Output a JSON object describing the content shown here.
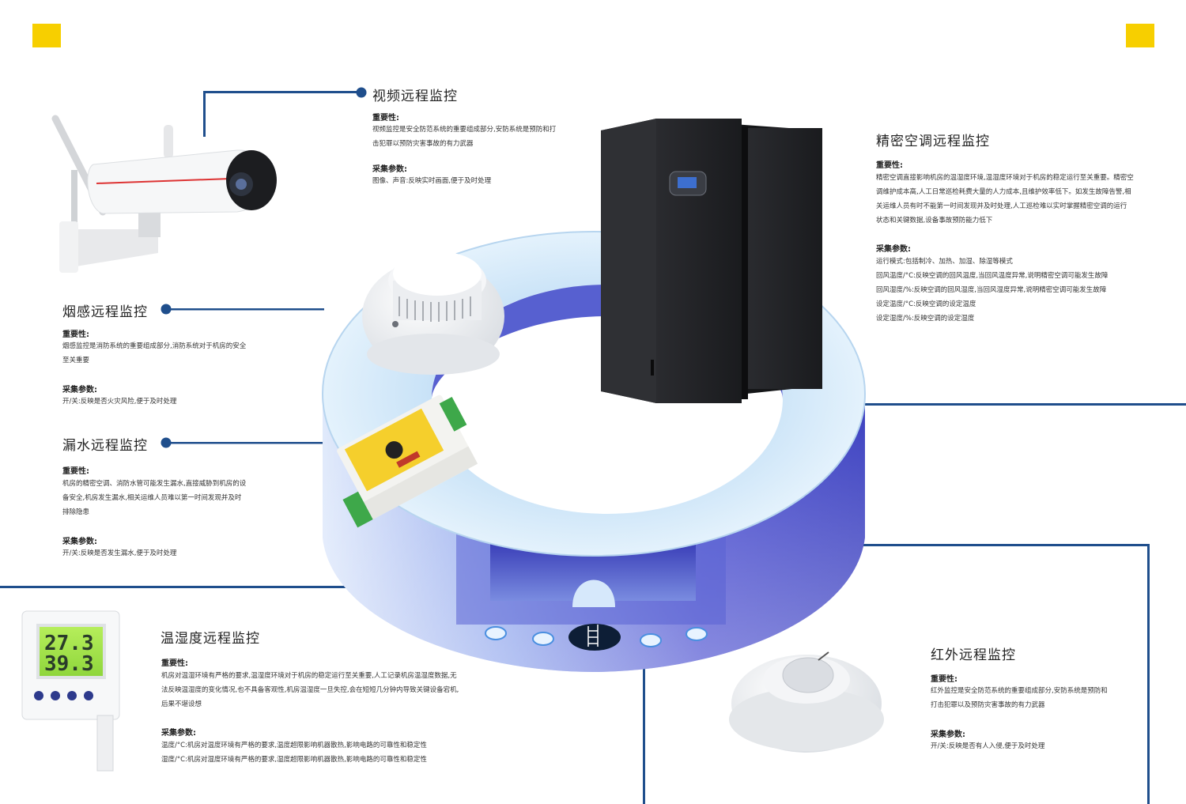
{
  "video": {
    "title": "视频远程监控",
    "importance_label": "重要性:",
    "importance_lines": [
      "视频监控是安全防范系统的重要组成部分,安防系统是预防和打",
      "击犯罪以预防灾害事故的有力武器"
    ],
    "params_label": "采集参数:",
    "params_lines": [
      "图像、声音:反映实时画面,便于及时处理"
    ]
  },
  "ac": {
    "title": "精密空调远程监控",
    "importance_label": "重要性:",
    "importance_lines": [
      "精密空调直接影响机房的温湿度环境,温湿度环境对于机房的稳定运行至关重要。精密空",
      "调维护成本高,人工日常巡检耗费大量的人力成本,且维护效率低下。如发生故障告警,相",
      "关运维人员有时不能第一时间发现并及时处理,人工巡检难以实时掌握精密空调的运行",
      "状态和关键数据,设备事故预防能力低下"
    ],
    "params_label": "采集参数:",
    "params_lines": [
      "运行模式:包括制冷、加热、加湿、除湿等模式",
      "回风温度/°C:反映空调的回风温度,当回风温度异常,说明精密空调可能发生故障",
      "回风湿度/%:反映空调的回风湿度,当回风湿度异常,说明精密空调可能发生故障",
      "设定温度/°C:反映空调的设定温度",
      "设定湿度/%:反映空调的设定湿度"
    ]
  },
  "smoke": {
    "title": "烟感远程监控",
    "importance_label": "重要性:",
    "importance_lines": [
      "烟感监控是消防系统的重要组成部分,消防系统对于机房的安全",
      "至关重要"
    ],
    "params_label": "采集参数:",
    "params_lines": [
      "开/关:反映是否火灾风险,便于及时处理"
    ]
  },
  "water": {
    "title": "漏水远程监控",
    "importance_label": "重要性:",
    "importance_lines": [
      "机房的精密空调、消防水管可能发生漏水,直接威胁到机房的设",
      "备安全,机房发生漏水,相关运维人员难以第一时间发现并及时",
      "排除隐患"
    ],
    "params_label": "采集参数:",
    "params_lines": [
      "开/关:反映是否发生漏水,便于及时处理"
    ]
  },
  "th": {
    "title": "温湿度远程监控",
    "importance_label": "重要性:",
    "importance_lines": [
      "机房对温湿环境有严格的要求,温湿度环境对于机房的稳定运行至关重要,人工记录机房温湿度数据,无",
      "法反映温湿度的变化情况,也不具备客观性,机房温湿度一旦失控,会在短短几分钟内导致关键设备宕机,",
      "后果不堪设想"
    ],
    "params_label": "采集参数:",
    "params_lines": [
      "温度/°C:机房对温度环境有严格的要求,温度超限影响机器散热,影响电路的可靠性和稳定性",
      "湿度/°C:机房对湿度环境有严格的要求,湿度超限影响机器散热,影响电路的可靠性和稳定性"
    ],
    "display_temp": "27.3",
    "display_hum": "39.3"
  },
  "ir": {
    "title": "红外远程监控",
    "importance_label": "重要性:",
    "importance_lines": [
      "红外监控是安全防范系统的重要组成部分,安防系统是预防和",
      "打击犯罪以及预防灾害事故的有力武器"
    ],
    "params_label": "采集参数:",
    "params_lines": [
      "开/关:反映是否有人入侵,便于及时处理"
    ]
  },
  "colors": {
    "accent": "#f7cf00",
    "line": "#1f4e8c",
    "ring_light": "#d7ecfa",
    "ring_dark": "#3c43c4"
  }
}
